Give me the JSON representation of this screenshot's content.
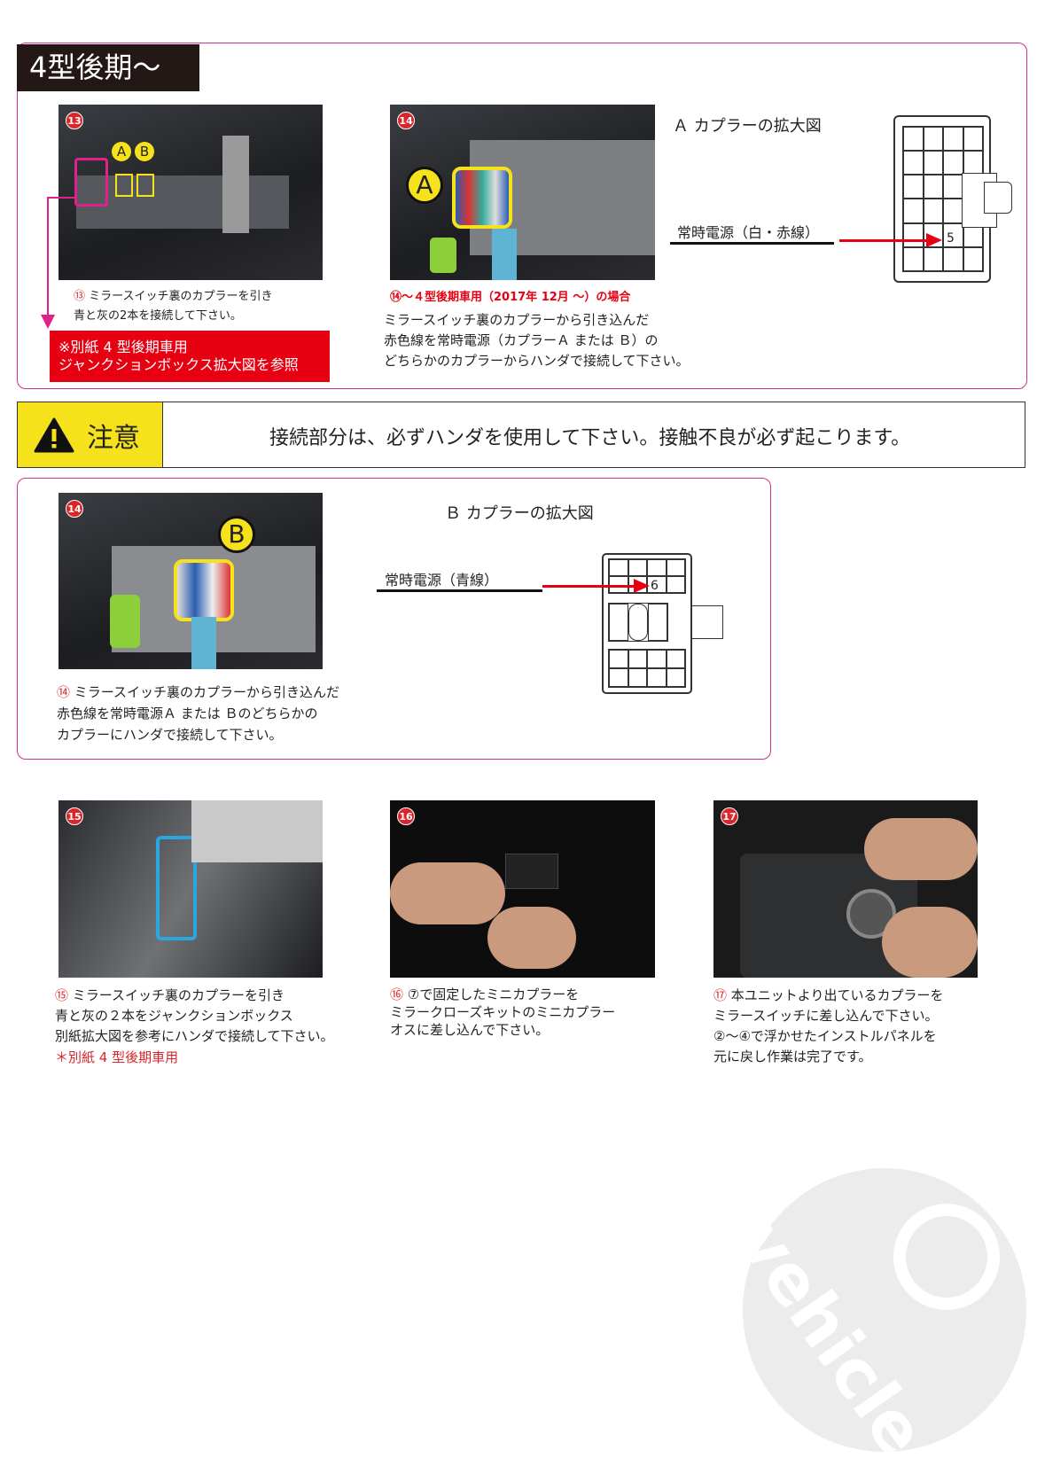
{
  "section1": {
    "title": "4型後期〜",
    "photo13_num": "13",
    "photo13_labels": [
      "A",
      "B"
    ],
    "caption13": {
      "num": "⑬",
      "text": "ミラースイッチ裏のカプラーを引き\n青と灰の2本を接続して下さい。"
    },
    "notice": "※別紙 4 型後期車用\nジャンクションボックス拡大図を参照",
    "photo14_num": "14",
    "photo14_label": "A",
    "caption14_title": "⑭〜４型後期車用（2017年 12月 〜）の場合",
    "caption14_text": "ミラースイッチ裏のカプラーから引き込んだ\n赤色線を常時電源（カプラーＡ または Ｂ）の\nどちらかのカプラーからハンダで接続して下さい。",
    "coupler_a_title": "Ａ カプラーの拡大図",
    "coupler_a_line_label": "常時電源（白・赤線）",
    "coupler_a_pin": "5"
  },
  "caution": {
    "label": "注意",
    "text": "接続部分は、必ずハンダを使用して下さい。接触不良が必ず起こります。",
    "color": "#f5e21b"
  },
  "section2": {
    "photo_num": "14",
    "photo_label": "B",
    "coupler_b_title": "Ｂ カプラーの拡大図",
    "coupler_b_line_label": "常時電源（青線）",
    "coupler_b_pin": "6",
    "caption": {
      "num": "⑭",
      "text": "ミラースイッチ裏のカプラーから引き込んだ\n赤色線を常時電源Ａ または Ｂのどちらかの\nカプラーにハンダで接続して下さい。"
    }
  },
  "steps": [
    {
      "num": "15",
      "circ": "⑮",
      "text": "ミラースイッチ裏のカプラーを引き\n青と灰の２本をジャンクションボックス\n別紙拡大図を参考にハンダで接続して下さい。",
      "note": "＊別紙 4 型後期車用"
    },
    {
      "num": "16",
      "circ": "⑯",
      "text": "⑦で固定したミニカプラーを\nミラークローズキットのミニカプラー\nオスに差し込んで下さい。"
    },
    {
      "num": "17",
      "circ": "⑰",
      "text": "本ユニットより出ているカプラーを\nミラースイッチに差し込んで下さい。\n②〜④で浮かせたインストルパネルを\n元に戻し作業は完了です。"
    }
  ],
  "watermark": "vehicle",
  "colors": {
    "accent": "#d0308a",
    "red": "#e60012",
    "yellow": "#f5e21b"
  }
}
